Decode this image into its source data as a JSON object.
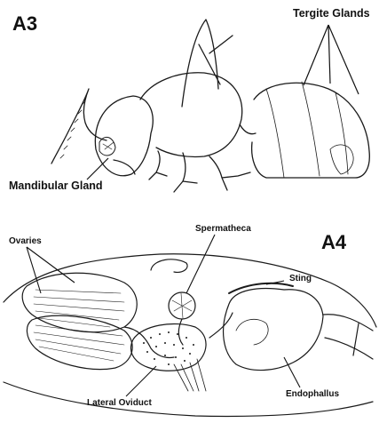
{
  "panel_a3": {
    "id": "A3",
    "labels": {
      "tergite_glands": "Tergite Glands",
      "mandibular_gland": "Mandibular Gland"
    }
  },
  "panel_a4": {
    "id": "A4",
    "labels": {
      "ovaries": "Ovaries",
      "spermatheca": "Spermatheca",
      "sting": "Sting",
      "endophallus": "Endophallus",
      "lateral_oviduct": "Lateral Oviduct"
    }
  },
  "colors": {
    "ink": "#1a1a1a",
    "background": "#ffffff"
  }
}
